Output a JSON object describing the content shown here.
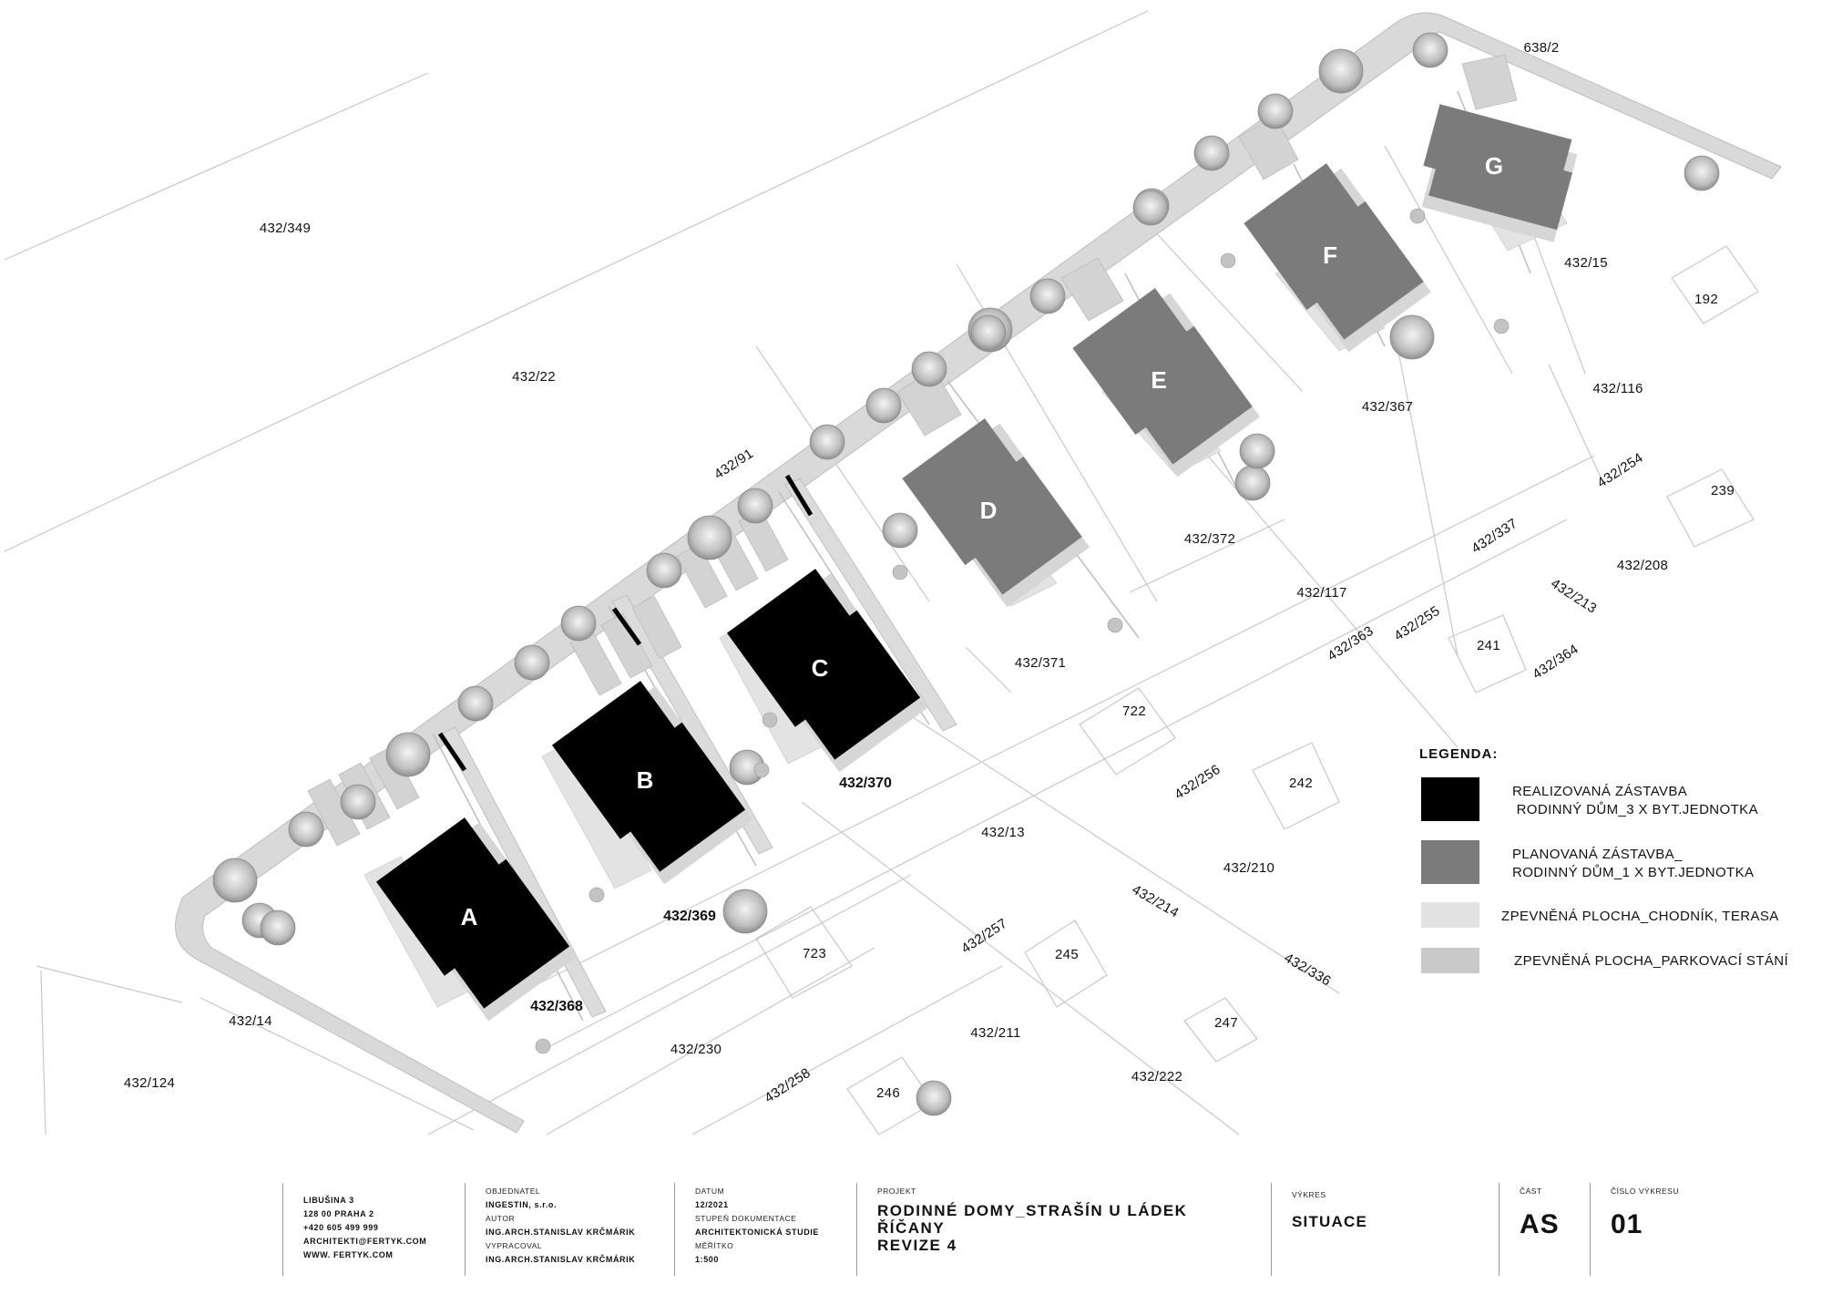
{
  "parcels": [
    {
      "id": "p1",
      "text": "432/349"
    },
    {
      "id": "p2",
      "text": "432/22"
    },
    {
      "id": "p3",
      "text": "432/91"
    },
    {
      "id": "p4",
      "text": "638/2"
    },
    {
      "id": "p5",
      "text": "432/15"
    },
    {
      "id": "p6",
      "text": "192"
    },
    {
      "id": "p7",
      "text": "432/116"
    },
    {
      "id": "p8",
      "text": "432/367"
    },
    {
      "id": "p9",
      "text": "432/254"
    },
    {
      "id": "p10",
      "text": "239"
    },
    {
      "id": "p11",
      "text": "432/337"
    },
    {
      "id": "p12",
      "text": "432/208"
    },
    {
      "id": "p13",
      "text": "432/372"
    },
    {
      "id": "p14",
      "text": "432/117"
    },
    {
      "id": "p15",
      "text": "432/213"
    },
    {
      "id": "p16",
      "text": "432/363"
    },
    {
      "id": "p17",
      "text": "432/255"
    },
    {
      "id": "p18",
      "text": "241"
    },
    {
      "id": "p19",
      "text": "432/364"
    },
    {
      "id": "p20",
      "text": "432/371"
    },
    {
      "id": "p21",
      "text": "722"
    },
    {
      "id": "p22",
      "text": "432/256"
    },
    {
      "id": "p23",
      "text": "242"
    },
    {
      "id": "p24",
      "text": "432/370"
    },
    {
      "id": "p25",
      "text": "432/13"
    },
    {
      "id": "p26",
      "text": "432/210"
    },
    {
      "id": "p27",
      "text": "432/214"
    },
    {
      "id": "p28",
      "text": "432/369"
    },
    {
      "id": "p29",
      "text": "432/257"
    },
    {
      "id": "p30",
      "text": "723"
    },
    {
      "id": "p31",
      "text": "245"
    },
    {
      "id": "p32",
      "text": "432/336"
    },
    {
      "id": "p33",
      "text": "432/368"
    },
    {
      "id": "p34",
      "text": "432/14"
    },
    {
      "id": "p35",
      "text": "247"
    },
    {
      "id": "p36",
      "text": "432/211"
    },
    {
      "id": "p37",
      "text": "432/230"
    },
    {
      "id": "p38",
      "text": "432/124"
    },
    {
      "id": "p39",
      "text": "432/258"
    },
    {
      "id": "p40",
      "text": "246"
    },
    {
      "id": "p41",
      "text": "432/222"
    }
  ],
  "buildings": [
    {
      "id": "A",
      "label": "A",
      "status": "realized"
    },
    {
      "id": "B",
      "label": "B",
      "status": "realized"
    },
    {
      "id": "C",
      "label": "C",
      "status": "realized"
    },
    {
      "id": "D",
      "label": "D",
      "status": "planned"
    },
    {
      "id": "E",
      "label": "E",
      "status": "planned"
    },
    {
      "id": "F",
      "label": "F",
      "status": "planned"
    },
    {
      "id": "G",
      "label": "G",
      "status": "planned"
    }
  ],
  "colors": {
    "realized": "#000000",
    "planned": "#7b7b7b",
    "paving_path": "#e2e2e2",
    "paving_parking": "#c9c9c9",
    "parcel_line": "#c4c4c4"
  },
  "legend": {
    "title": "LEGENDA:",
    "items": [
      {
        "key": "realized",
        "line1": "REALIZOVANÁ ZÁSTAVBA",
        "line2": " RODINNÝ DŮM_3 X BYT.JEDNOTKA"
      },
      {
        "key": "planned",
        "line1": "PLANOVANÁ ZÁSTAVBA_",
        "line2": "RODINNÝ DŮM_1 X BYT.JEDNOTKA"
      },
      {
        "key": "path",
        "line1": "ZPEVNĚNÁ PLOCHA_CHODNÍK, TERASA",
        "line2": ""
      },
      {
        "key": "parking",
        "line1": "ZPEVNĚNÁ PLOCHA_PARKOVACÍ STÁNÍ",
        "line2": ""
      }
    ]
  },
  "titleblock": {
    "address": [
      "LIBUŠINA 3",
      "128 00 PRAHA 2",
      "+420 605 499 999",
      "ARCHITEKTI@FERTYK.COM",
      "WWW. FERTYK.COM"
    ],
    "client_label": "OBJEDNATEL",
    "client": "INGESTIN, s.r.o.",
    "author_label": "AUTOR",
    "author": "ING.ARCH.STANISLAV KRČMÁRIK",
    "drawn_label": "VYPRACOVAL",
    "drawn": "ING.ARCH.STANISLAV KRČMÁRIK",
    "date_label": "DATUM",
    "date": "12/2021",
    "stage_label": "STUPEŇ DOKUMENTACE",
    "stage": "ARCHITEKTONICKÁ STUDIE",
    "scale_label": "MĚŘÍTKO",
    "scale": "1:500",
    "project_label": "PROJEKT",
    "project_lines": [
      "RODINNÉ DOMY_STRAŠÍN U LÁDEK",
      "ŘÍČANY",
      "REVIZE 4"
    ],
    "view_label": "VÝKRES",
    "view": "SITUACE",
    "part_label": "ČÁST",
    "part": "AS",
    "drawing_no_label": "ČÍSLO VÝKRESU",
    "drawing_no": "01"
  }
}
